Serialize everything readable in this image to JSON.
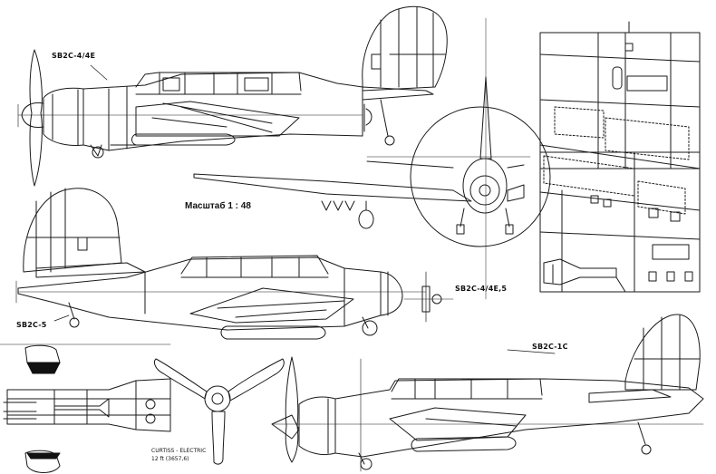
{
  "labels": {
    "top_left_variant": "SB2C-4/4E",
    "middle_left_variant": "SB2C-5",
    "front_view_variant": "SB2C-4/4E,5",
    "bottom_right_variant": "SB2C-1C",
    "scale_text": "Масштаб 1 : 48",
    "propeller_maker": "CURTISS - ELECTRIC",
    "propeller_size": "12 ft (3657,6)"
  }
}
